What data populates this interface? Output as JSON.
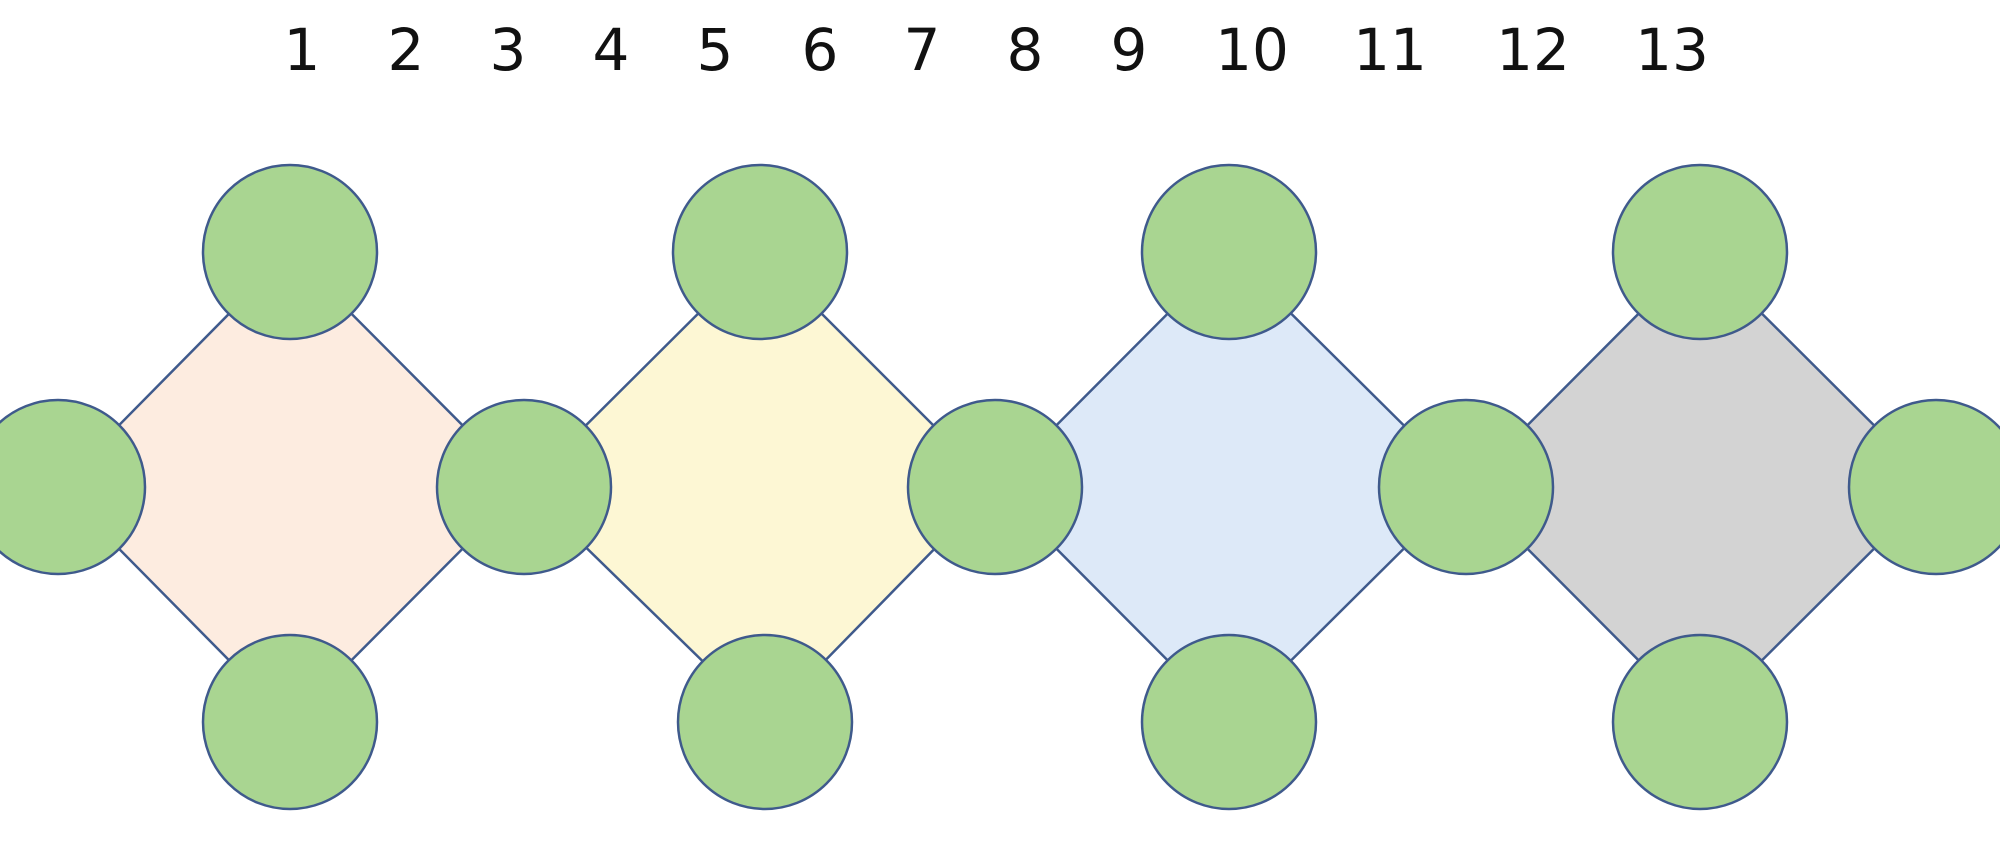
{
  "labels": [
    "1",
    "2",
    "3",
    "4",
    "5",
    "6",
    "7",
    "8",
    "9",
    "10",
    "11",
    "12",
    "13"
  ],
  "colors": {
    "node_fill": "#a9d591",
    "stroke": "#3f5a8c",
    "diamond_fills": [
      "#fdece0",
      "#fdf7d4",
      "#dde9f8",
      "#d3d3d3"
    ]
  }
}
